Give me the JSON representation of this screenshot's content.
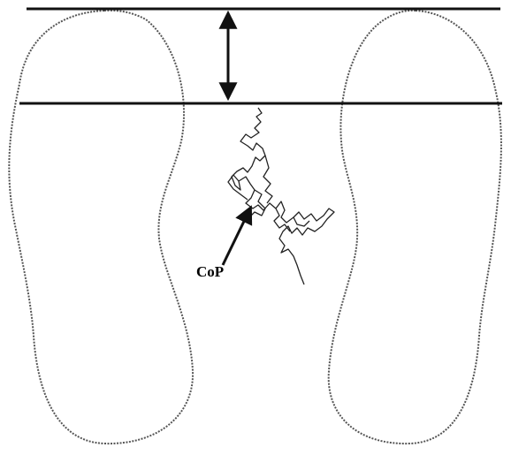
{
  "diagram": {
    "annotation_label": "CoP",
    "elements": {
      "left_footprint": "left-footprint-outline",
      "right_footprint": "right-footprint-outline",
      "top_reference_line": "horizontal-line-top",
      "lower_reference_line": "horizontal-line-lower",
      "distance_marker": "double-headed-arrow",
      "sway_path": "center-of-pressure-trajectory",
      "pointer": "arrow-to-trajectory"
    },
    "colors": {
      "line": "#111111",
      "outline": "#555555",
      "background": "#ffffff"
    }
  }
}
